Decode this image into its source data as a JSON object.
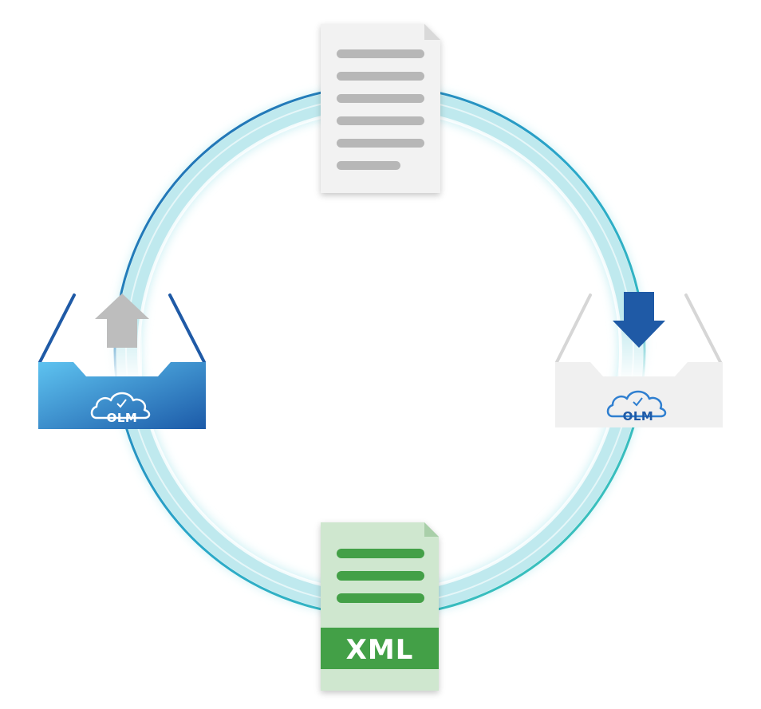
{
  "nodes": {
    "source_document": {
      "icon": "document-icon",
      "color": "#f2f2f2"
    },
    "olm_export": {
      "icon": "upload-tray-icon",
      "logo_text": "OLM",
      "accent": "#2f7fd0"
    },
    "olm_import": {
      "icon": "download-tray-icon",
      "logo_text": "OLM",
      "accent": "#1f5aa6"
    },
    "xml_file": {
      "icon": "xml-file-icon",
      "label": "XML",
      "accent": "#43a047"
    }
  },
  "cycle": {
    "style": "ring",
    "colors": [
      "#1f63b0",
      "#3fc4c0",
      "#bfe9ee"
    ]
  }
}
